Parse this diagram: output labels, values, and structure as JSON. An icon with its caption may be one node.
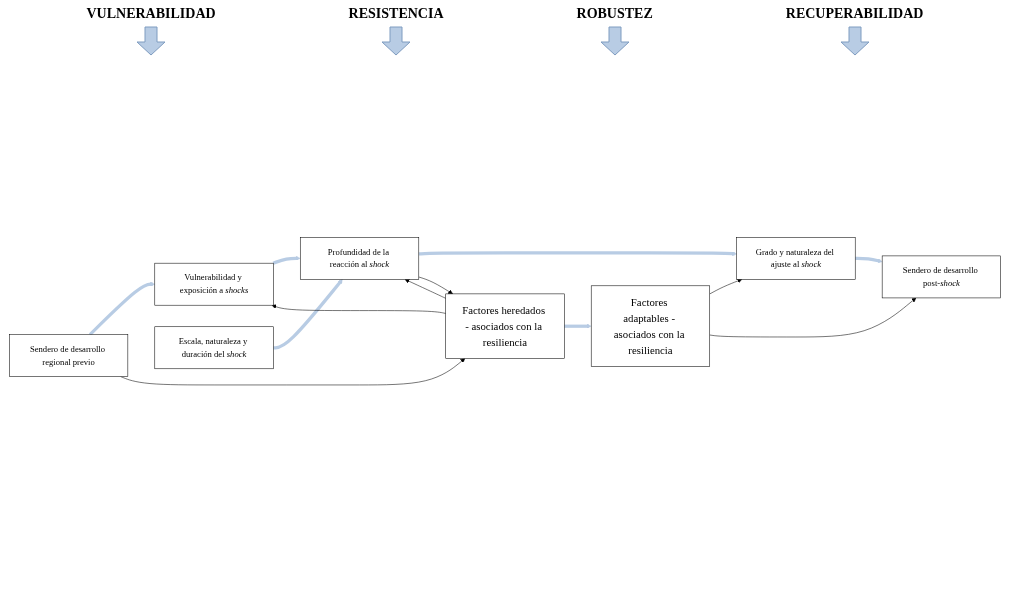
{
  "diagram": {
    "nodes": [
      {
        "text": [
          "Sendero de desarrollo regional previo"
        ]
      },
      {
        "text": [
          "Vulnerabilidad y exposición a *shocks*"
        ]
      },
      {
        "text": [
          "Escala, naturaleza y duración del *shock*"
        ]
      },
      {
        "text": [
          "Profundidad de la reacción al *shock*"
        ]
      },
      {
        "text": [
          "Grado y naturaleza del ajuste al *shock*"
        ]
      },
      {
        "text": [
          "Sendero de desarrollo post-*shock*"
        ]
      },
      {
        "text": [
          "Factores heredados - asociados con la resiliencia"
        ]
      },
      {
        "text": [
          "Factores adaptables - asociados con la resiliencia"
        ]
      }
    ],
    "edges": [
      {
        "from": 0,
        "to": 1,
        "arrow": "to",
        "style": "thick",
        "color": "#b8cce4"
      },
      {
        "from": 1,
        "to": 3,
        "arrow": "to",
        "style": "thick",
        "color": "#b8cce4"
      },
      {
        "from": 2,
        "to": 3,
        "arrow": "to",
        "style": "thick",
        "color": "#b8cce4"
      },
      {
        "from": 3,
        "to": 4,
        "arrow": "to",
        "style": "thick",
        "color": "#b8cce4"
      },
      {
        "from": 4,
        "to": 5,
        "arrow": "to",
        "style": "thick",
        "color": "#b8cce4"
      },
      {
        "from": 0,
        "to": 6,
        "arrow": "to",
        "color": "#000000"
      },
      {
        "from": 6,
        "to": 1,
        "arrow": "to",
        "color": "#000000"
      },
      {
        "from": 3,
        "to": 6,
        "arrow": "to",
        "color": "#000000"
      },
      {
        "from": 6,
        "to": 3,
        "arrow": "to",
        "color": "#000000"
      },
      {
        "from": 6,
        "to": 7,
        "arrow": "to",
        "style": "thick",
        "color": "#b8cce4"
      },
      {
        "from": 7,
        "to": 4,
        "arrow": "to",
        "color": "#000000"
      },
      {
        "from": 7,
        "to": 5,
        "arrow": "to",
        "color": "#000000"
      }
    ],
    "labels": [
      "VULNERABILIDAD",
      "RESISTENCIA",
      "ROBUSTEZ",
      "RECUPERABILIDAD"
    ]
  }
}
